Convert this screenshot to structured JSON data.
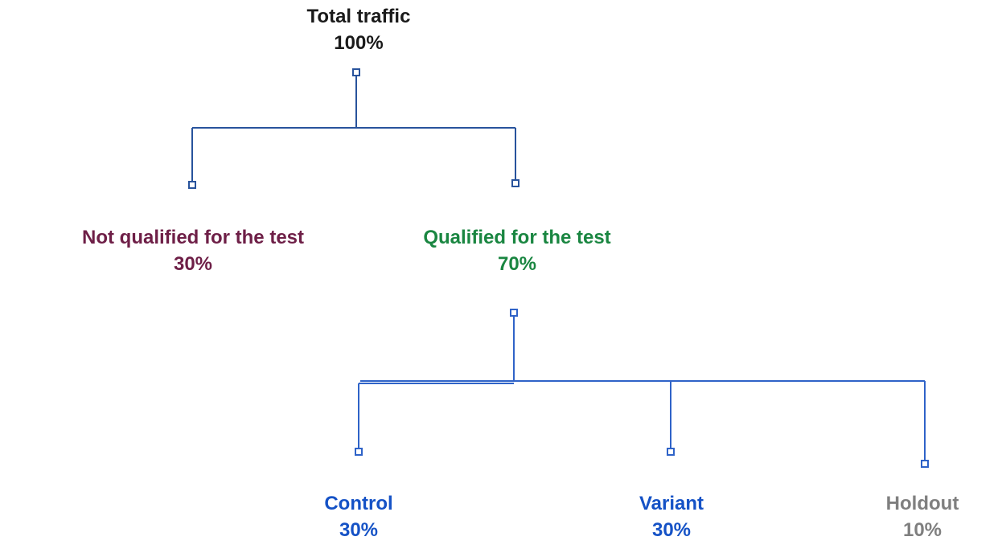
{
  "diagram": {
    "nodes": {
      "total": {
        "label": "Total traffic",
        "value": "100%",
        "color": "#1A1A1A"
      },
      "not_qualified": {
        "label": "Not qualified for the test",
        "value": "30%",
        "color": "#6E1F47"
      },
      "qualified": {
        "label": "Qualified for the test",
        "value": "70%",
        "color": "#1A8641"
      },
      "control": {
        "label": "Control",
        "value": "30%",
        "color": "#1552C6"
      },
      "variant": {
        "label": "Variant",
        "value": "30%",
        "color": "#1552C6"
      },
      "holdout": {
        "label": "Holdout",
        "value": "10%",
        "color": "#7F7F7F"
      }
    },
    "connectors": {
      "level1_color": "#28539C",
      "level2_color": "#2F63C8",
      "handle_fill": "#FFFFFF"
    }
  }
}
